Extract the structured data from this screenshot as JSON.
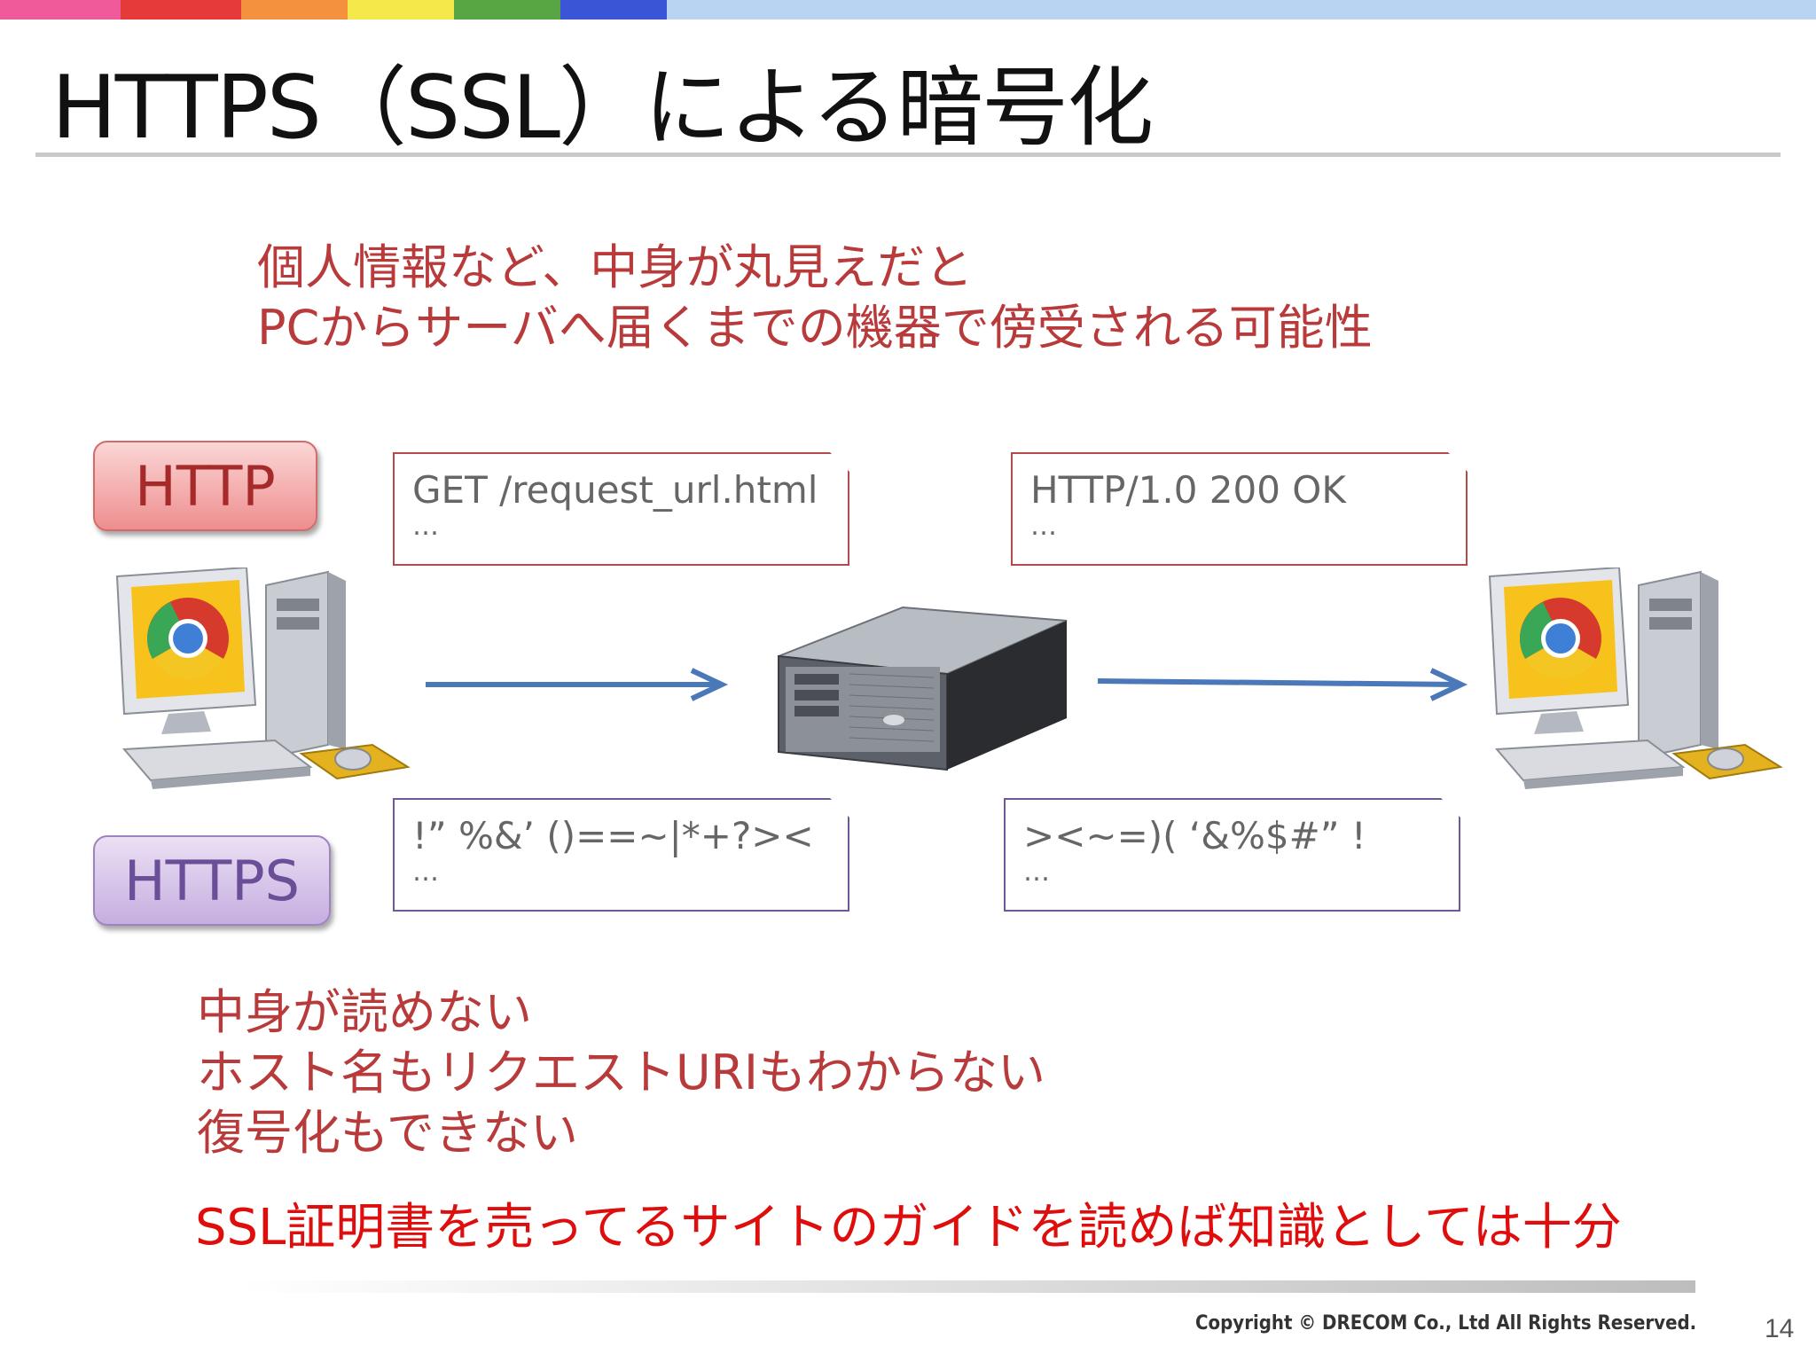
{
  "header": {
    "title": "HTTPS（SSL）による暗号化",
    "color_bar": [
      "#f05a9a",
      "#e63a3a",
      "#f4913f",
      "#f5e84a",
      "#57a543",
      "#3a55d6",
      "#b9d3f3"
    ]
  },
  "intro": {
    "line1": "個人情報など、中身が丸見えだと",
    "line2": "PCからサーバへ届くまでの機器で傍受される可能性"
  },
  "labels": {
    "http": "HTTP",
    "https": "HTTPS"
  },
  "messages": {
    "http_request": {
      "line1": "GET /request_url.html",
      "line2": "…"
    },
    "http_response": {
      "line1": "HTTP/1.0 200 OK",
      "line2": "…"
    },
    "https_request": {
      "line1": "!” %&’ ()==~|*+?><",
      "line2": "…"
    },
    "https_response": {
      "line1": "><~=)( ‘&%$#” !",
      "line2": "…"
    }
  },
  "devices": {
    "client_icon": "desktop-computer-with-chrome-icon",
    "server_icon": "rack-server-icon",
    "destination_icon": "desktop-computer-with-chrome-icon"
  },
  "bullets": [
    "中身が読めない",
    "ホスト名もリクエストURIもわからない",
    "復号化もできない"
  ],
  "emphasis": "SSL証明書を売ってるサイトのガイドを読めば知識としては十分",
  "footer": {
    "copyright": "Copyright © DRECOM Co., Ltd All Rights Reserved.",
    "page_number": "14"
  },
  "colors": {
    "accent_red": "#b83a3a",
    "emphasis_red": "#e00d0d",
    "arrow_blue": "#4a78b8"
  }
}
